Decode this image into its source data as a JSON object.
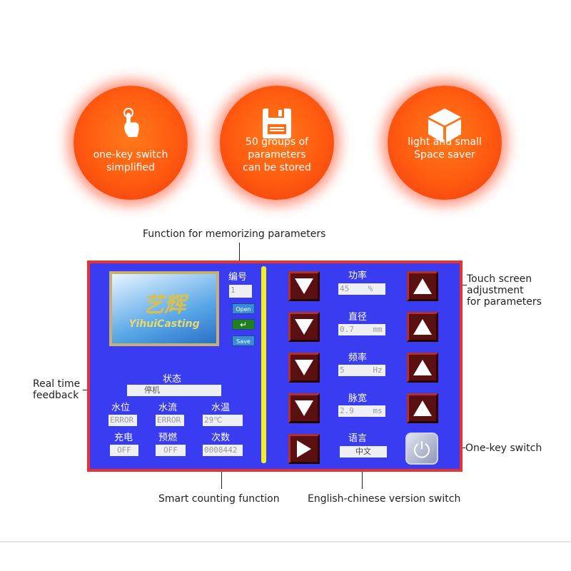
{
  "features": [
    {
      "icon": "touch-finger-icon",
      "text": [
        "one-key switch",
        "simplified"
      ]
    },
    {
      "icon": "floppy-disk-icon",
      "text": [
        "50 groups of",
        "parameters",
        "can be stored"
      ]
    },
    {
      "icon": "cube-icon",
      "text": [
        "light and small",
        "Space saver"
      ]
    }
  ],
  "annotations": {
    "memorize": "Function for memorizing parameters",
    "touch": [
      "Touch screen",
      "adjustment",
      "for parameters"
    ],
    "realtime": [
      "Real time",
      "feedback"
    ],
    "onekey": "One-key switch",
    "counting": "Smart counting function",
    "language": "English-chinese version switch"
  },
  "panel": {
    "logo_cn": "艺辉",
    "logo_en": "YihuiCasting",
    "number_label": "编号",
    "number_value": "1",
    "open": "Open",
    "save": "Save",
    "status_label": "状态",
    "status_value": "停机",
    "water_level_label": "水位",
    "water_level": "ERROR",
    "water_flow_label": "水流",
    "water_flow": "ERROR",
    "water_temp_label": "水温",
    "water_temp": "29℃",
    "charge_label": "充电",
    "charge": "OFF",
    "preburn_label": "预燃",
    "preburn": "OFF",
    "count_label": "次数",
    "count": "0008442",
    "params": [
      {
        "label": "功率",
        "value": "45    %"
      },
      {
        "label": "直径",
        "value": "0.7    mm"
      },
      {
        "label": "频率",
        "value": "5      Hz"
      },
      {
        "label": "脉宽",
        "value": "2.9    ms"
      }
    ],
    "language_label": "语言",
    "language_value": "中文"
  }
}
